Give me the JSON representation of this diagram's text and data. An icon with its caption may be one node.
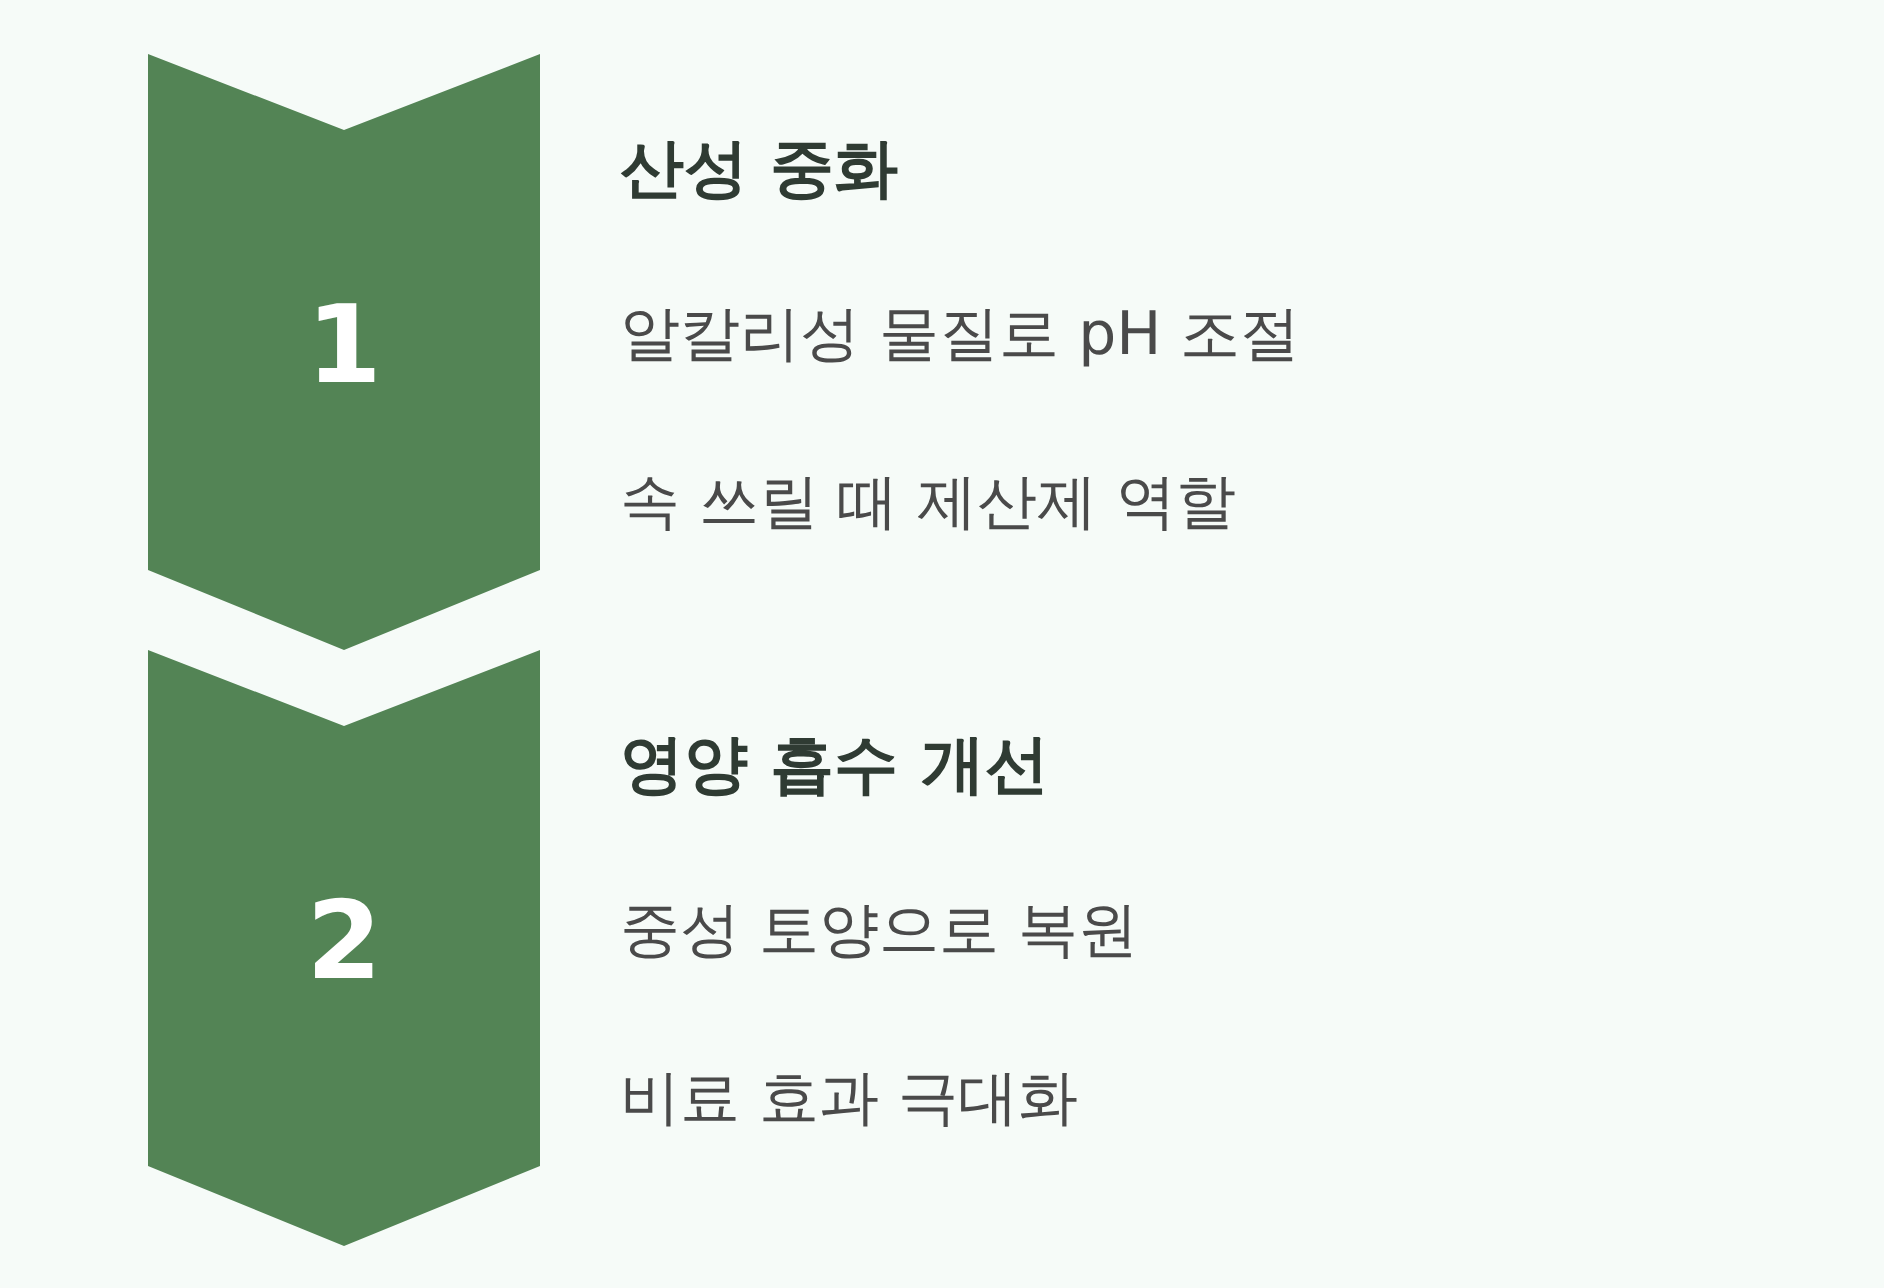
{
  "diagram": {
    "nodes": [
      {
        "text": [
          "1"
        ],
        "beside": [
          "산성 중화",
          "알칼리성 물질로 pH 조절",
          "속 쓰릴 때 제산제 역할"
        ]
      },
      {
        "text": [
          "2"
        ],
        "beside": [
          "영양 흡수 개선",
          "중성 토양으로 복원",
          "비료 효과 극대화"
        ]
      }
    ],
    "edges": []
  }
}
